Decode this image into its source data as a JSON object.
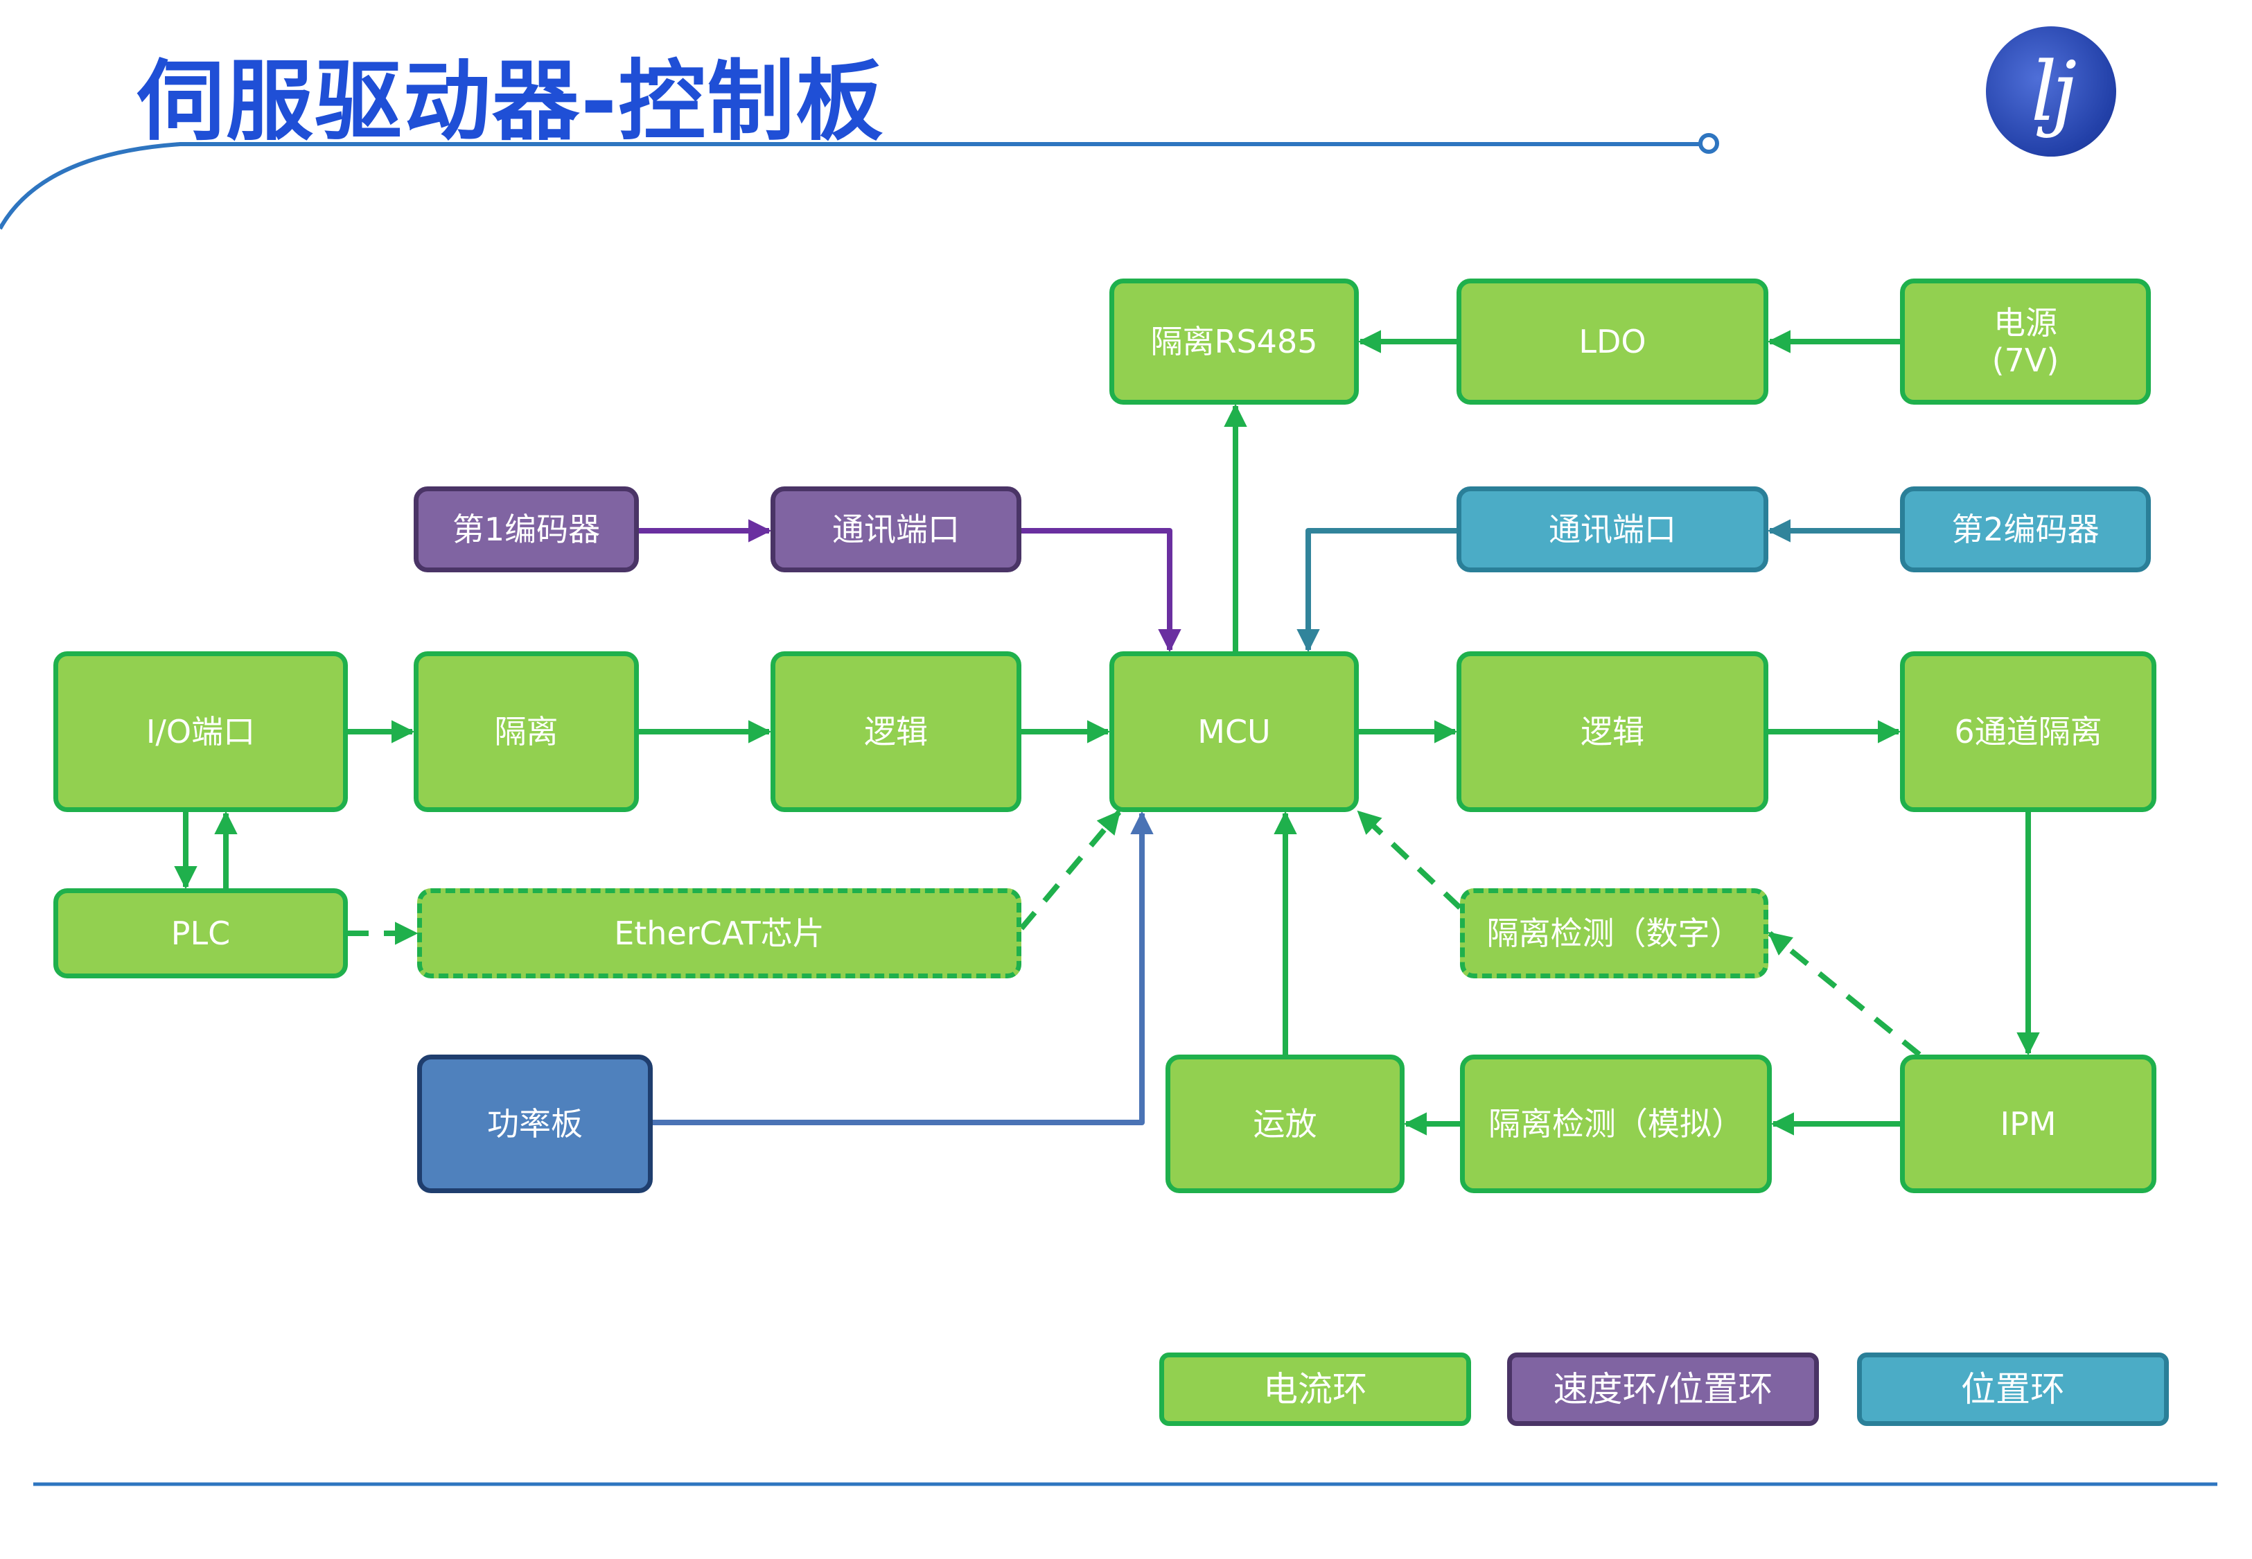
{
  "title": "伺服驱动器-控制板",
  "logo": "lj",
  "colors": {
    "title": "#1f4fd6",
    "green_fill": "#92d050",
    "green_line": "#1fb04c",
    "purple_fill": "#8064a2",
    "purple_line": "#6a2fa0",
    "cyan_fill": "#4bacc6",
    "cyan_line": "#31849b",
    "blue_fill": "#4f81bd",
    "blue_line": "#4a73b5",
    "rule": "#2e75c0"
  },
  "nodes": {
    "rs485": "隔离RS485",
    "ldo": "LDO",
    "power": "电源\n(7V)",
    "encoder1": "第1编码器",
    "comm1": "通讯端口",
    "comm2": "通讯端口",
    "encoder2": "第2编码器",
    "io": "I/O端口",
    "iso1": "隔离",
    "logic1": "逻辑",
    "mcu": "MCU",
    "logic2": "逻辑",
    "iso6": "6通道隔离",
    "plc": "PLC",
    "ethercat": "EtherCAT芯片",
    "iso_digital": "隔离检测（数字）",
    "power_board": "功率板",
    "opamp": "运放",
    "iso_analog": "隔离检测（模拟）",
    "ipm": "IPM"
  },
  "legend": {
    "current_loop": "电流环",
    "speed_position_loop": "速度环/位置环",
    "position_loop": "位置环"
  }
}
